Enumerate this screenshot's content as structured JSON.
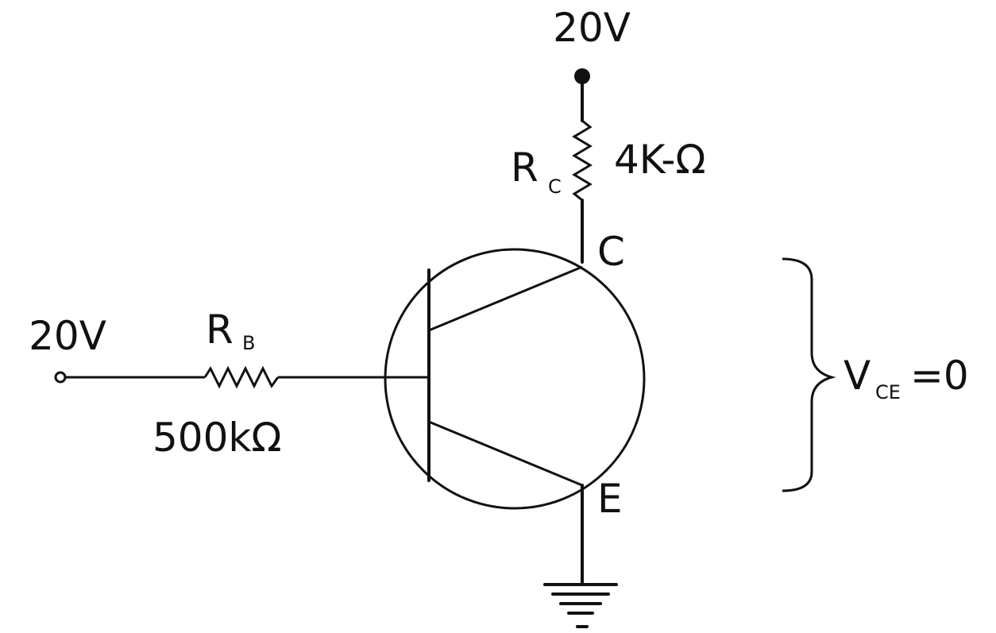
{
  "labels": {
    "supply_top": "20V",
    "supply_left": "20V",
    "rc_main": "R",
    "rc_sub": "C",
    "rc_value": "4K-Ω",
    "rb_main": "R",
    "rb_sub": "B",
    "rb_value": "500kΩ",
    "collector": "C",
    "emitter": "E",
    "vce_main": "V",
    "vce_sub": "CE",
    "vce_value": "=0"
  },
  "colors": {
    "ink": "#111111",
    "background": "#ffffff"
  }
}
